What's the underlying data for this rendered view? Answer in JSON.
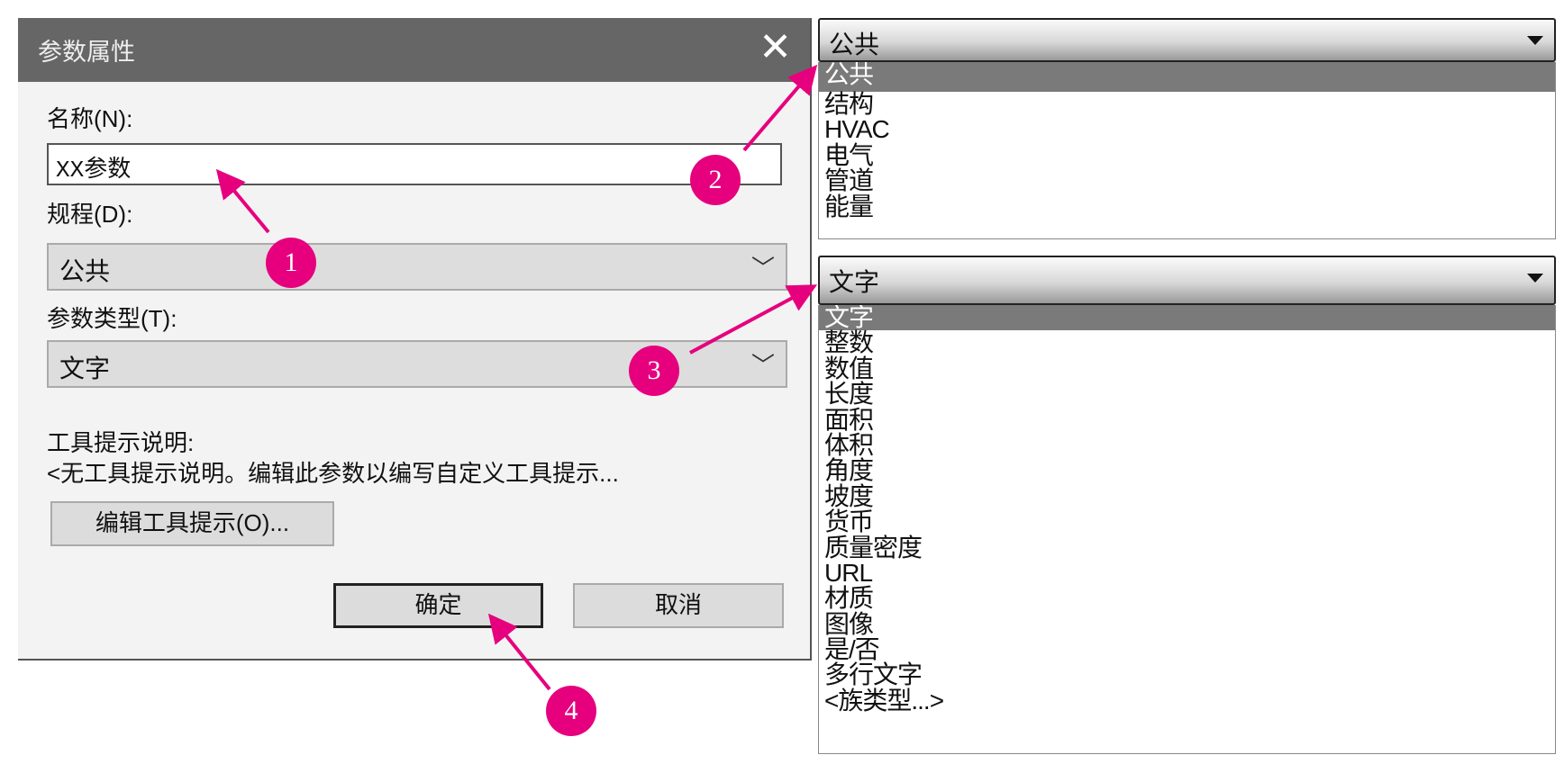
{
  "dialog": {
    "title": "参数属性",
    "close_icon": "close-icon",
    "name_label": "名称(N):",
    "name_value": "XX参数",
    "discipline_label": "规程(D):",
    "discipline_value": "公共",
    "type_label": "参数类型(T):",
    "type_value": "文字",
    "tooltip_label": "工具提示说明:",
    "tooltip_text": "<无工具提示说明。编辑此参数以编写自定义工具提示...",
    "edit_tooltip_button": "编辑工具提示(O)...",
    "ok_button": "确定",
    "cancel_button": "取消"
  },
  "discipline_dropdown": {
    "selected": "公共",
    "options": [
      "公共",
      "结构",
      "HVAC",
      "电气",
      "管道",
      "能量"
    ]
  },
  "type_dropdown": {
    "selected": "文字",
    "options": [
      "文字",
      "整数",
      "数值",
      "长度",
      "面积",
      "体积",
      "角度",
      "坡度",
      "货币",
      "质量密度",
      "URL",
      "材质",
      "图像",
      "是/否",
      "多行文字",
      "<族类型...>"
    ]
  },
  "callouts": [
    "1",
    "2",
    "3",
    "4"
  ],
  "colors": {
    "callout": "#e6007e",
    "titlebar": "#666666",
    "highlight": "#7a7a7a"
  }
}
